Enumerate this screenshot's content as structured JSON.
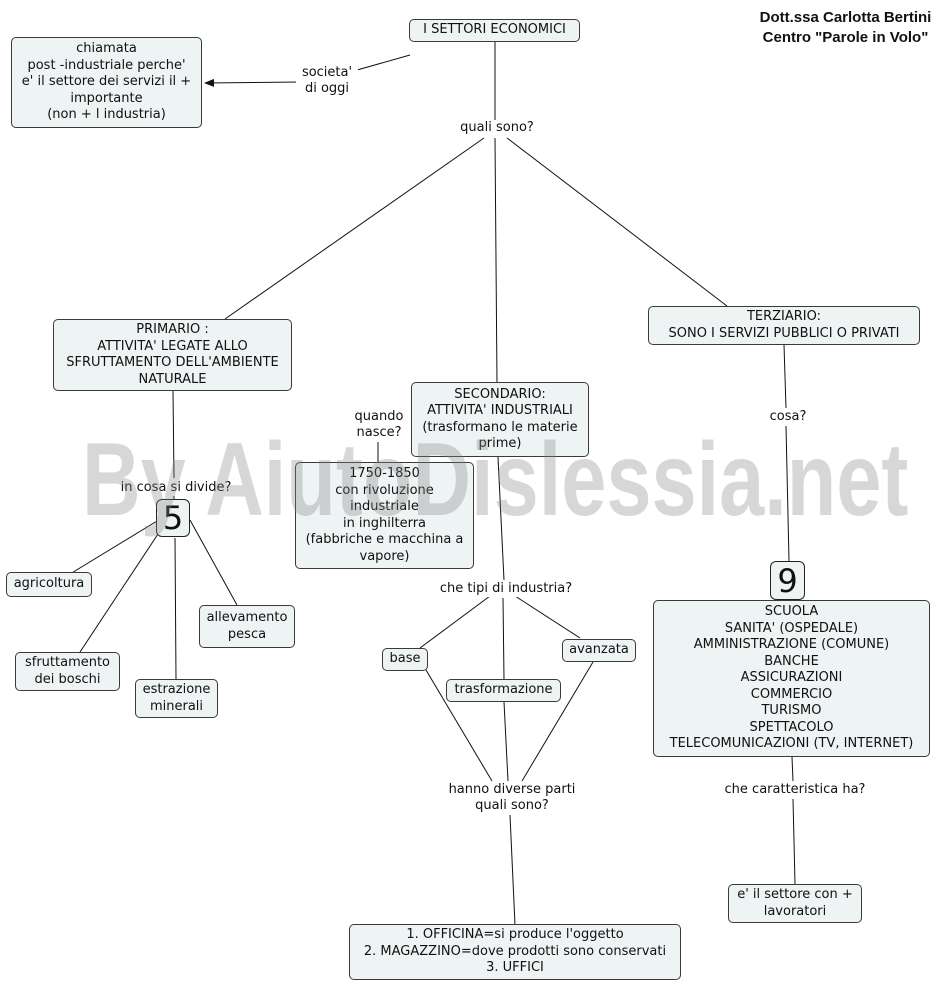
{
  "author": "Dott.ssa Carlotta Bertini\nCentro \"Parole in Volo\"",
  "watermark": "By AiutoDislessia.net",
  "nodes": {
    "root": "I SETTORI ECONOMICI",
    "post_industriale": "chiamata\npost -industriale perche'\ne' il settore dei servizi il +\nimportante\n(non + l industria)",
    "primario": "PRIMARIO :\nATTIVITA' LEGATE ALLO\nSFRUTTAMENTO DELL'AMBIENTE\nNATURALE",
    "secondario": "SECONDARIO:\nATTIVITA' INDUSTRIALI\n(trasformano le materie\nprime)",
    "terziario": "TERZIARIO:\nSONO I SERVIZI PUBBLICI O PRIVATI",
    "nascita": "1750-1850\ncon rivoluzione\nindustriale\nin inghilterra\n(fabbriche e macchina a\nvapore)",
    "num_primario": "5",
    "num_terziario": "9",
    "agricoltura": "agricoltura",
    "allevamento": "allevamento\npesca",
    "boschi": "sfruttamento\ndei boschi",
    "minerali": "estrazione\nminerali",
    "base": "base",
    "trasformazione": "trasformazione",
    "avanzata": "avanzata",
    "servizi": "SCUOLA\nSANITA' (OSPEDALE)\nAMMINISTRAZIONE (COMUNE)\nBANCHE\nASSICURAZIONI\nCOMMERCIO\nTURISMO\nSPETTACOLO\nTELECOMUNICAZIONI (TV, INTERNET)",
    "parti": "1. OFFICINA=si produce l'oggetto\n2. MAGAZZINO=dove prodotti sono conservati\n3. UFFICI",
    "lavoratori": "e' il settore con +\nlavoratori"
  },
  "links": {
    "societa": "societa'\ndi oggi",
    "quali_sono": "quali sono?",
    "quando_nasce": "quando\nnasce?",
    "in_cosa": "in cosa si divide?",
    "cosa": "cosa?",
    "tipi_industria": "che tipi di industria?",
    "parti_diverse": "hanno diverse parti\nquali sono?",
    "caratteristica": "che caratteristica ha?"
  }
}
